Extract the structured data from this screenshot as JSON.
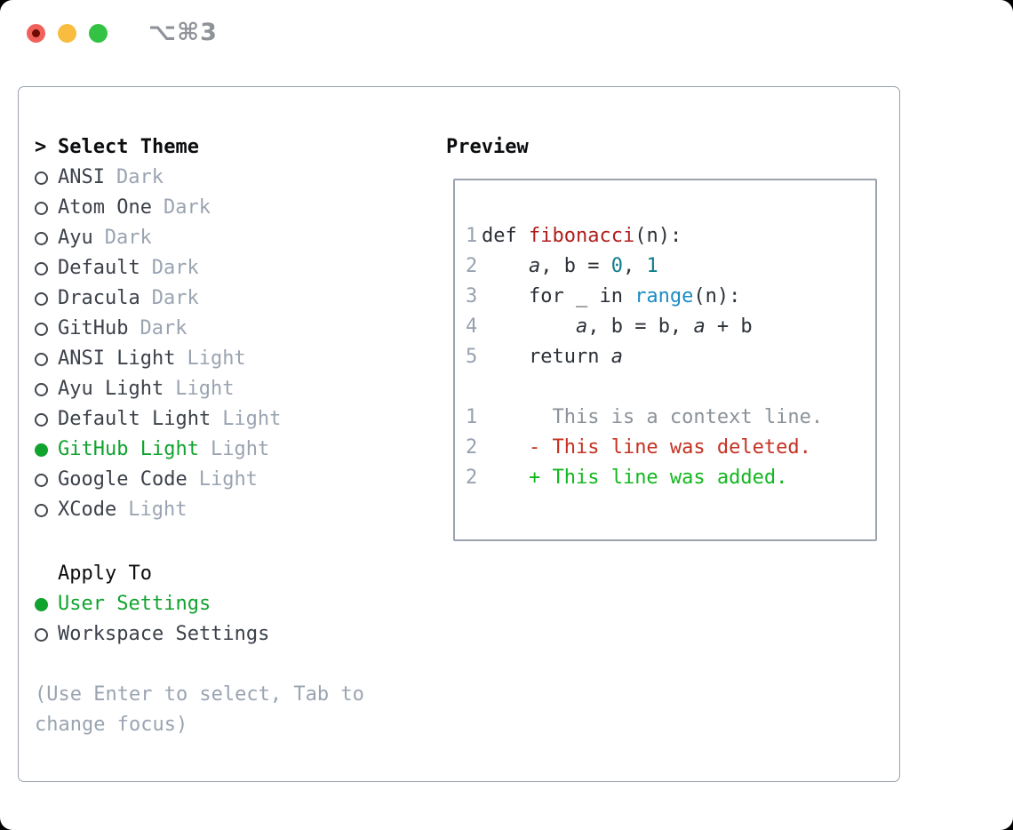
{
  "window": {
    "titlebar": {
      "shortcut_label": "⌥⌘3",
      "traffic_lights": {
        "close_color": "#f1615b",
        "close_dot_color": "#6d0b02",
        "minimize_color": "#f8bd3f",
        "zoom_color": "#33c244"
      }
    }
  },
  "theme_picker": {
    "header": {
      "marker": ">",
      "label": "Select Theme"
    },
    "items": [
      {
        "name": "ANSI",
        "variant": "Dark",
        "selected": false
      },
      {
        "name": "Atom One",
        "variant": "Dark",
        "selected": false
      },
      {
        "name": "Ayu",
        "variant": "Dark",
        "selected": false
      },
      {
        "name": "Default",
        "variant": "Dark",
        "selected": false
      },
      {
        "name": "Dracula",
        "variant": "Dark",
        "selected": false
      },
      {
        "name": "GitHub",
        "variant": "Dark",
        "selected": false
      },
      {
        "name": "ANSI Light",
        "variant": "Light",
        "selected": false
      },
      {
        "name": "Ayu Light",
        "variant": "Light",
        "selected": false
      },
      {
        "name": "Default Light",
        "variant": "Light",
        "selected": false
      },
      {
        "name": "GitHub Light",
        "variant": "Light",
        "selected": true
      },
      {
        "name": "Google Code",
        "variant": "Light",
        "selected": false
      },
      {
        "name": "XCode",
        "variant": "Light",
        "selected": false
      }
    ],
    "apply_to": {
      "label": "Apply To",
      "options": [
        {
          "label": "User Settings",
          "selected": true
        },
        {
          "label": "Workspace Settings",
          "selected": false
        }
      ]
    },
    "hint": "(Use Enter to select, Tab to\nchange focus)"
  },
  "preview": {
    "label": "Preview",
    "code_lines": [
      {
        "num": "1",
        "segments": [
          [
            "def ",
            "k"
          ],
          [
            "fibonacci",
            "fn"
          ],
          [
            "(n):",
            "p"
          ]
        ]
      },
      {
        "num": "2",
        "segments": [
          [
            "    ",
            "p"
          ],
          [
            "a",
            "v"
          ],
          [
            ", b = ",
            "p"
          ],
          [
            "0",
            "num"
          ],
          [
            ", ",
            "p"
          ],
          [
            "1",
            "num"
          ]
        ]
      },
      {
        "num": "3",
        "segments": [
          [
            "    for _ in ",
            "p"
          ],
          [
            "range",
            "bi"
          ],
          [
            "(n):",
            "p"
          ]
        ]
      },
      {
        "num": "4",
        "segments": [
          [
            "        ",
            "p"
          ],
          [
            "a",
            "v"
          ],
          [
            ", b = b, ",
            "p"
          ],
          [
            "a",
            "v"
          ],
          [
            " + b",
            "p"
          ]
        ]
      },
      {
        "num": "5",
        "segments": [
          [
            "    return ",
            "p"
          ],
          [
            "a",
            "v"
          ]
        ]
      }
    ],
    "diff_lines": [
      {
        "num": "1",
        "segments": [
          [
            "      This is a context line.",
            "ctx"
          ]
        ]
      },
      {
        "num": "2",
        "segments": [
          [
            "    ",
            "p"
          ],
          [
            "- This line was deleted.",
            "del"
          ]
        ]
      },
      {
        "num": "2",
        "segments": [
          [
            "    ",
            "p"
          ],
          [
            "+ This line was added.",
            "add"
          ]
        ]
      }
    ]
  },
  "colors": {
    "accent_green": "#10a32e",
    "function_red": "#b01f1c",
    "number_teal": "#0f7e8a",
    "builtin_blue": "#1d8bc4",
    "context_gray": "#8b9299",
    "deleted_red": "#c53222",
    "added_green": "#14b71f",
    "muted_gray": "#9aa4b1",
    "panel_border": "#99a1ac"
  }
}
